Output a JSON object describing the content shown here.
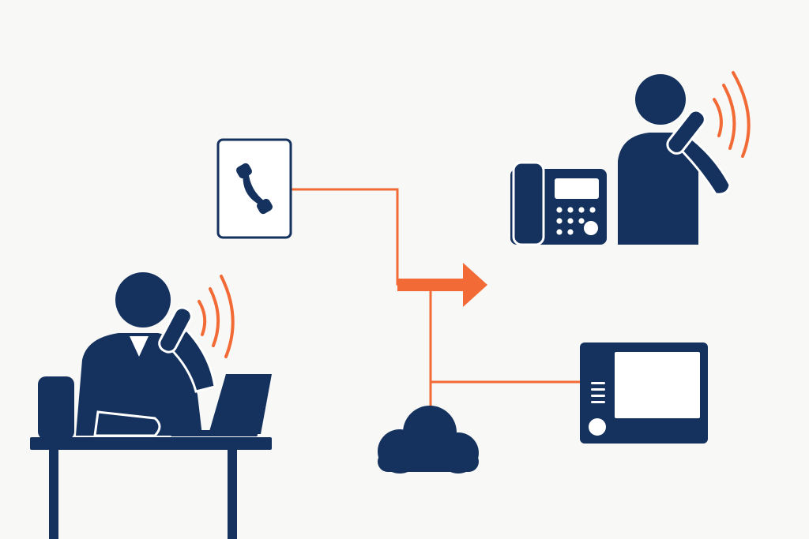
{
  "colors": {
    "background": "#f8f8f6",
    "navy": "#15325f",
    "accent": "#f26a35",
    "white": "#ffffff"
  },
  "diagram": {
    "nodes": [
      {
        "id": "caller-at-desk",
        "icon": "person-on-phone-at-laptop-icon"
      },
      {
        "id": "phone-card",
        "icon": "phone-handset-icon"
      },
      {
        "id": "receiver-with-desk-phone",
        "icon": "person-on-phone-icon"
      },
      {
        "id": "desk-phone",
        "icon": "desk-phone-icon"
      },
      {
        "id": "cloud",
        "icon": "cloud-icon"
      },
      {
        "id": "display-device",
        "icon": "display-device-icon"
      }
    ],
    "edges": [
      {
        "from": "phone-card",
        "to": "receiver-with-desk-phone",
        "style": "arrow"
      },
      {
        "from": "cloud",
        "to": "display-device",
        "style": "line"
      }
    ]
  }
}
